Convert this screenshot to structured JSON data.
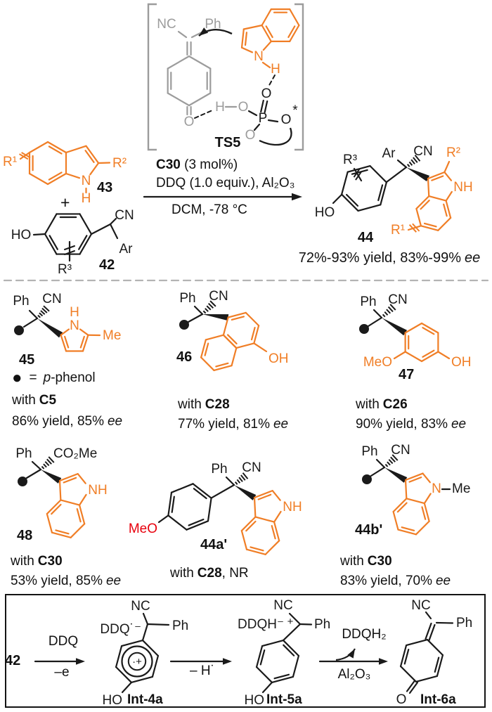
{
  "colors": {
    "orange": "#F07E26",
    "gray": "#9C9C9C",
    "red": "#E8000D",
    "black": "#1a1a1a"
  },
  "ts5": {
    "nc": "NC",
    "ph": "Ph",
    "o_ring": "O",
    "h_acid": "H",
    "o_acid": "O",
    "p": "P",
    "o_top": "O",
    "o_star": "O",
    "star": "*",
    "o_bottom": "O",
    "n": "N",
    "h_indole": "H",
    "label": "TS5"
  },
  "reactant_43": {
    "r1": "R¹",
    "r2": "R²",
    "n": "N",
    "h": "H",
    "number": "43"
  },
  "plus": "+",
  "reactant_42": {
    "ho": "HO",
    "cn": "CN",
    "ar": "Ar",
    "r3": "R³",
    "number": "42"
  },
  "conditions": {
    "catalyst": "C30",
    "catalyst_note": " (3 mol%)",
    "line2": "DDQ (1.0 equiv.), Al₂O₃",
    "line3": "DCM, -78 °C"
  },
  "product_44": {
    "ar": "Ar",
    "cn": "CN",
    "r2": "R²",
    "r3": "R³",
    "ho": "HO",
    "nh": "NH",
    "r1": "R¹",
    "number": "44",
    "yield": "72%-93% yield, 83%-99%",
    "ee": "ee"
  },
  "legend": {
    "bullet": "●",
    "equals": "=",
    "p": "p",
    "rest": "-phenol"
  },
  "examples": {
    "e45": {
      "number": "45",
      "ph": "Ph",
      "cn": "CN",
      "h": "H",
      "n": "N",
      "me": "Me",
      "with_label": "with",
      "catalyst": "C5",
      "yield": "86% yield, 85%",
      "ee": "ee"
    },
    "e46": {
      "number": "46",
      "ph": "Ph",
      "cn": "CN",
      "oh": "OH",
      "with_label": "with",
      "catalyst": "C28",
      "yield": "77% yield, 81%",
      "ee": "ee"
    },
    "e47": {
      "number": "47",
      "ph": "Ph",
      "cn": "CN",
      "meo": "MeO",
      "oh": "OH",
      "with_label": "with",
      "catalyst": "C26",
      "yield": "90% yield, 83%",
      "ee": "ee"
    },
    "e48": {
      "number": "48",
      "ph": "Ph",
      "ester": "CO₂Me",
      "nh": "NH",
      "with_label": "with",
      "catalyst": "C30",
      "yield": "53% yield, 85%",
      "ee": "ee"
    },
    "e44a": {
      "number": "44a'",
      "ph": "Ph",
      "cn": "CN",
      "meo": "MeO",
      "nh": "NH",
      "with_label": "with",
      "catalyst": "C28",
      "note": ", NR"
    },
    "e44b": {
      "number": "44b'",
      "ph": "Ph",
      "cn": "CN",
      "n": "N",
      "me": "Me",
      "with_label": "with",
      "catalyst": "C30",
      "yield": "83% yield, 70%",
      "ee": "ee"
    }
  },
  "mechanism": {
    "m42": "42",
    "arrow1_top": "DDQ",
    "arrow1_bottom": "–e",
    "int4a": {
      "ddq": "DDQ˙⁻",
      "nc": "NC",
      "ph": "Ph",
      "charge": "·+",
      "ho": "HO",
      "label": "Int-4a"
    },
    "arrow2_bottom": "– H˙",
    "int5a": {
      "ddqh": "DDQH⁻",
      "plus": "+",
      "nc": "NC",
      "ph": "Ph",
      "ho": "HO",
      "label": "Int-5a"
    },
    "arrow3_top": "DDQH₂",
    "arrow3_bottom": "Al₂O₃",
    "int6a": {
      "nc": "NC",
      "ph": "Ph",
      "o": "O",
      "label": "Int-6a"
    }
  }
}
